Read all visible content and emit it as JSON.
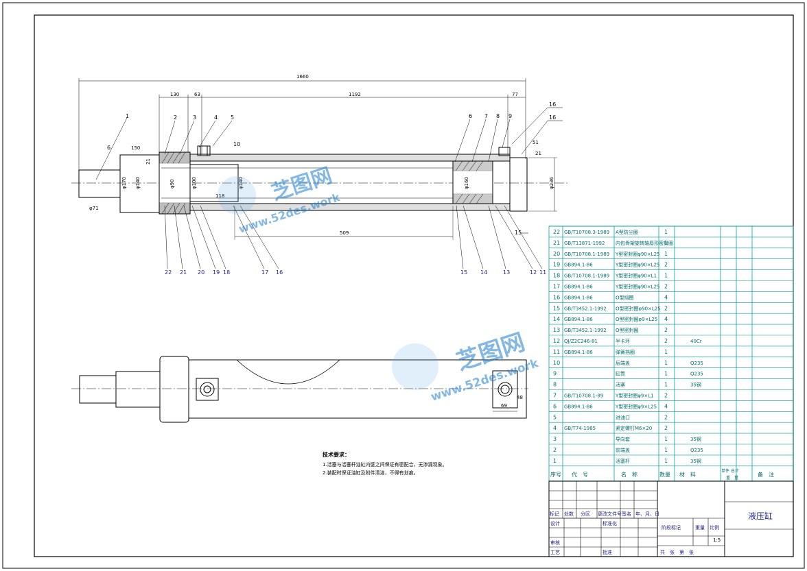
{
  "drawing": {
    "title": "液压缸",
    "scale": "1:5",
    "brand": "芝图网",
    "brand_url": "www.52des.work"
  },
  "dimensions": {
    "overall_length": "1660",
    "segment_130": "130",
    "segment_63": "63",
    "segment_1192": "1192",
    "segment_77": "77",
    "stroke_509": "509",
    "rod_150": "150",
    "dim_118": "118",
    "width_69": "69"
  },
  "dim_labels": {
    "d170": "φ170",
    "d140": "φ140",
    "d90": "φ90",
    "d100": "φ100",
    "d140b": "φ140",
    "d236": "φ236",
    "d160": "φ160",
    "d71": "φ71",
    "label_21": "21",
    "label_21b": "21",
    "label_51": "51",
    "label_48": "48"
  },
  "callouts": {
    "top_left": [
      "1",
      "2",
      "3",
      "4",
      "5"
    ],
    "top_right": [
      "6",
      "7",
      "8",
      "9"
    ],
    "right_markers": [
      "16",
      "16",
      "15"
    ],
    "left_marker": "6",
    "marker_10": "10",
    "bottom_left": [
      "22",
      "21",
      "20",
      "19",
      "18",
      "17",
      "16"
    ],
    "bottom_right": [
      "15",
      "14",
      "13",
      "12",
      "11"
    ]
  },
  "tech_requirements": {
    "heading": "技术要求：",
    "lines": [
      "1.活塞与活塞杆油缸内壁之间保证有密配合，无渗漏现象。",
      "2.装配时保证油缸及附件清洁，不得有划痕。"
    ]
  },
  "bom": {
    "rows": [
      {
        "no": "22",
        "code": "GB/T10708.3-1989",
        "name": "A型防尘圈",
        "qty": "1",
        "material": ""
      },
      {
        "no": "21",
        "code": "GB/T13871-1992",
        "name": "内包骨架旋转轴唇形密封圈",
        "qty": "1",
        "material": ""
      },
      {
        "no": "20",
        "code": "GB/T10708.1-1989",
        "name": "Y型密封圈φ90×L25",
        "qty": "1",
        "material": ""
      },
      {
        "no": "19",
        "code": "GB894.1-86",
        "name": "Y型密封圈φ90×L25",
        "qty": "2",
        "material": ""
      },
      {
        "no": "18",
        "code": "GB/T10708.1-1989",
        "name": "Y型密封圈φ90×L1",
        "qty": "1",
        "material": ""
      },
      {
        "no": "17",
        "code": "GB894.1-86",
        "name": "Y型密封圈φ90×L25",
        "qty": "2",
        "material": ""
      },
      {
        "no": "16",
        "code": "GB894.1-86",
        "name": "O型挡圈",
        "qty": "4",
        "material": ""
      },
      {
        "no": "15",
        "code": "GB/T3452.1-1992",
        "name": "O型密封圈φ90×L25",
        "qty": "2",
        "material": ""
      },
      {
        "no": "14",
        "code": "GB894.1-86",
        "name": "O型密封圈φ9×L25",
        "qty": "4",
        "material": ""
      },
      {
        "no": "13",
        "code": "GB/T3452.1-1992",
        "name": "O型密封圈",
        "qty": "2",
        "material": ""
      },
      {
        "no": "12",
        "code": "QJ/Z2C246-81",
        "name": "半卡环",
        "qty": "2",
        "material": "40Cr"
      },
      {
        "no": "11",
        "code": "GB894.1-86",
        "name": "弹簧挡圈",
        "qty": "1",
        "material": ""
      },
      {
        "no": "10",
        "code": "",
        "name": "后端盖",
        "qty": "1",
        "material": "Q235"
      },
      {
        "no": "9",
        "code": "",
        "name": "缸筒",
        "qty": "1",
        "material": "Q235"
      },
      {
        "no": "8",
        "code": "",
        "name": "活塞",
        "qty": "1",
        "material": "35钢"
      },
      {
        "no": "7",
        "code": "GB/T10708.1-89",
        "name": "Y型密封圈φ9×L1",
        "qty": "2",
        "material": ""
      },
      {
        "no": "6",
        "code": "GB894.1-86",
        "name": "Y型密封圈φ9×L25",
        "qty": "4",
        "material": ""
      },
      {
        "no": "5",
        "code": "",
        "name": "进油口",
        "qty": "2",
        "material": ""
      },
      {
        "no": "4",
        "code": "GB/T74-1985",
        "name": "紧定螺钉M6×20",
        "qty": "2",
        "material": ""
      },
      {
        "no": "3",
        "code": "",
        "name": "导向套",
        "qty": "1",
        "material": "35钢"
      },
      {
        "no": "2",
        "code": "",
        "name": "前端盖",
        "qty": "1",
        "material": "Q235"
      },
      {
        "no": "1",
        "code": "",
        "name": "活塞杆",
        "qty": "1",
        "material": "35钢"
      }
    ],
    "header": {
      "no": "序号",
      "code": "代　号",
      "name": "名　称",
      "qty": "数量",
      "material": "材　料",
      "unit_total": "单件 总计",
      "weight": "重　量",
      "remark": "备　注"
    }
  },
  "title_block": {
    "row1": [
      "标记",
      "处数",
      "分区",
      "更改文件号",
      "签名",
      "年、月、日"
    ],
    "design": "设计",
    "standard": "标准化",
    "review": "审核",
    "process": "工艺",
    "approve": "批准",
    "stage_mark": "阶段标记",
    "weight": "重量",
    "ratio": "比例",
    "sheets": "共　张　第　张"
  }
}
